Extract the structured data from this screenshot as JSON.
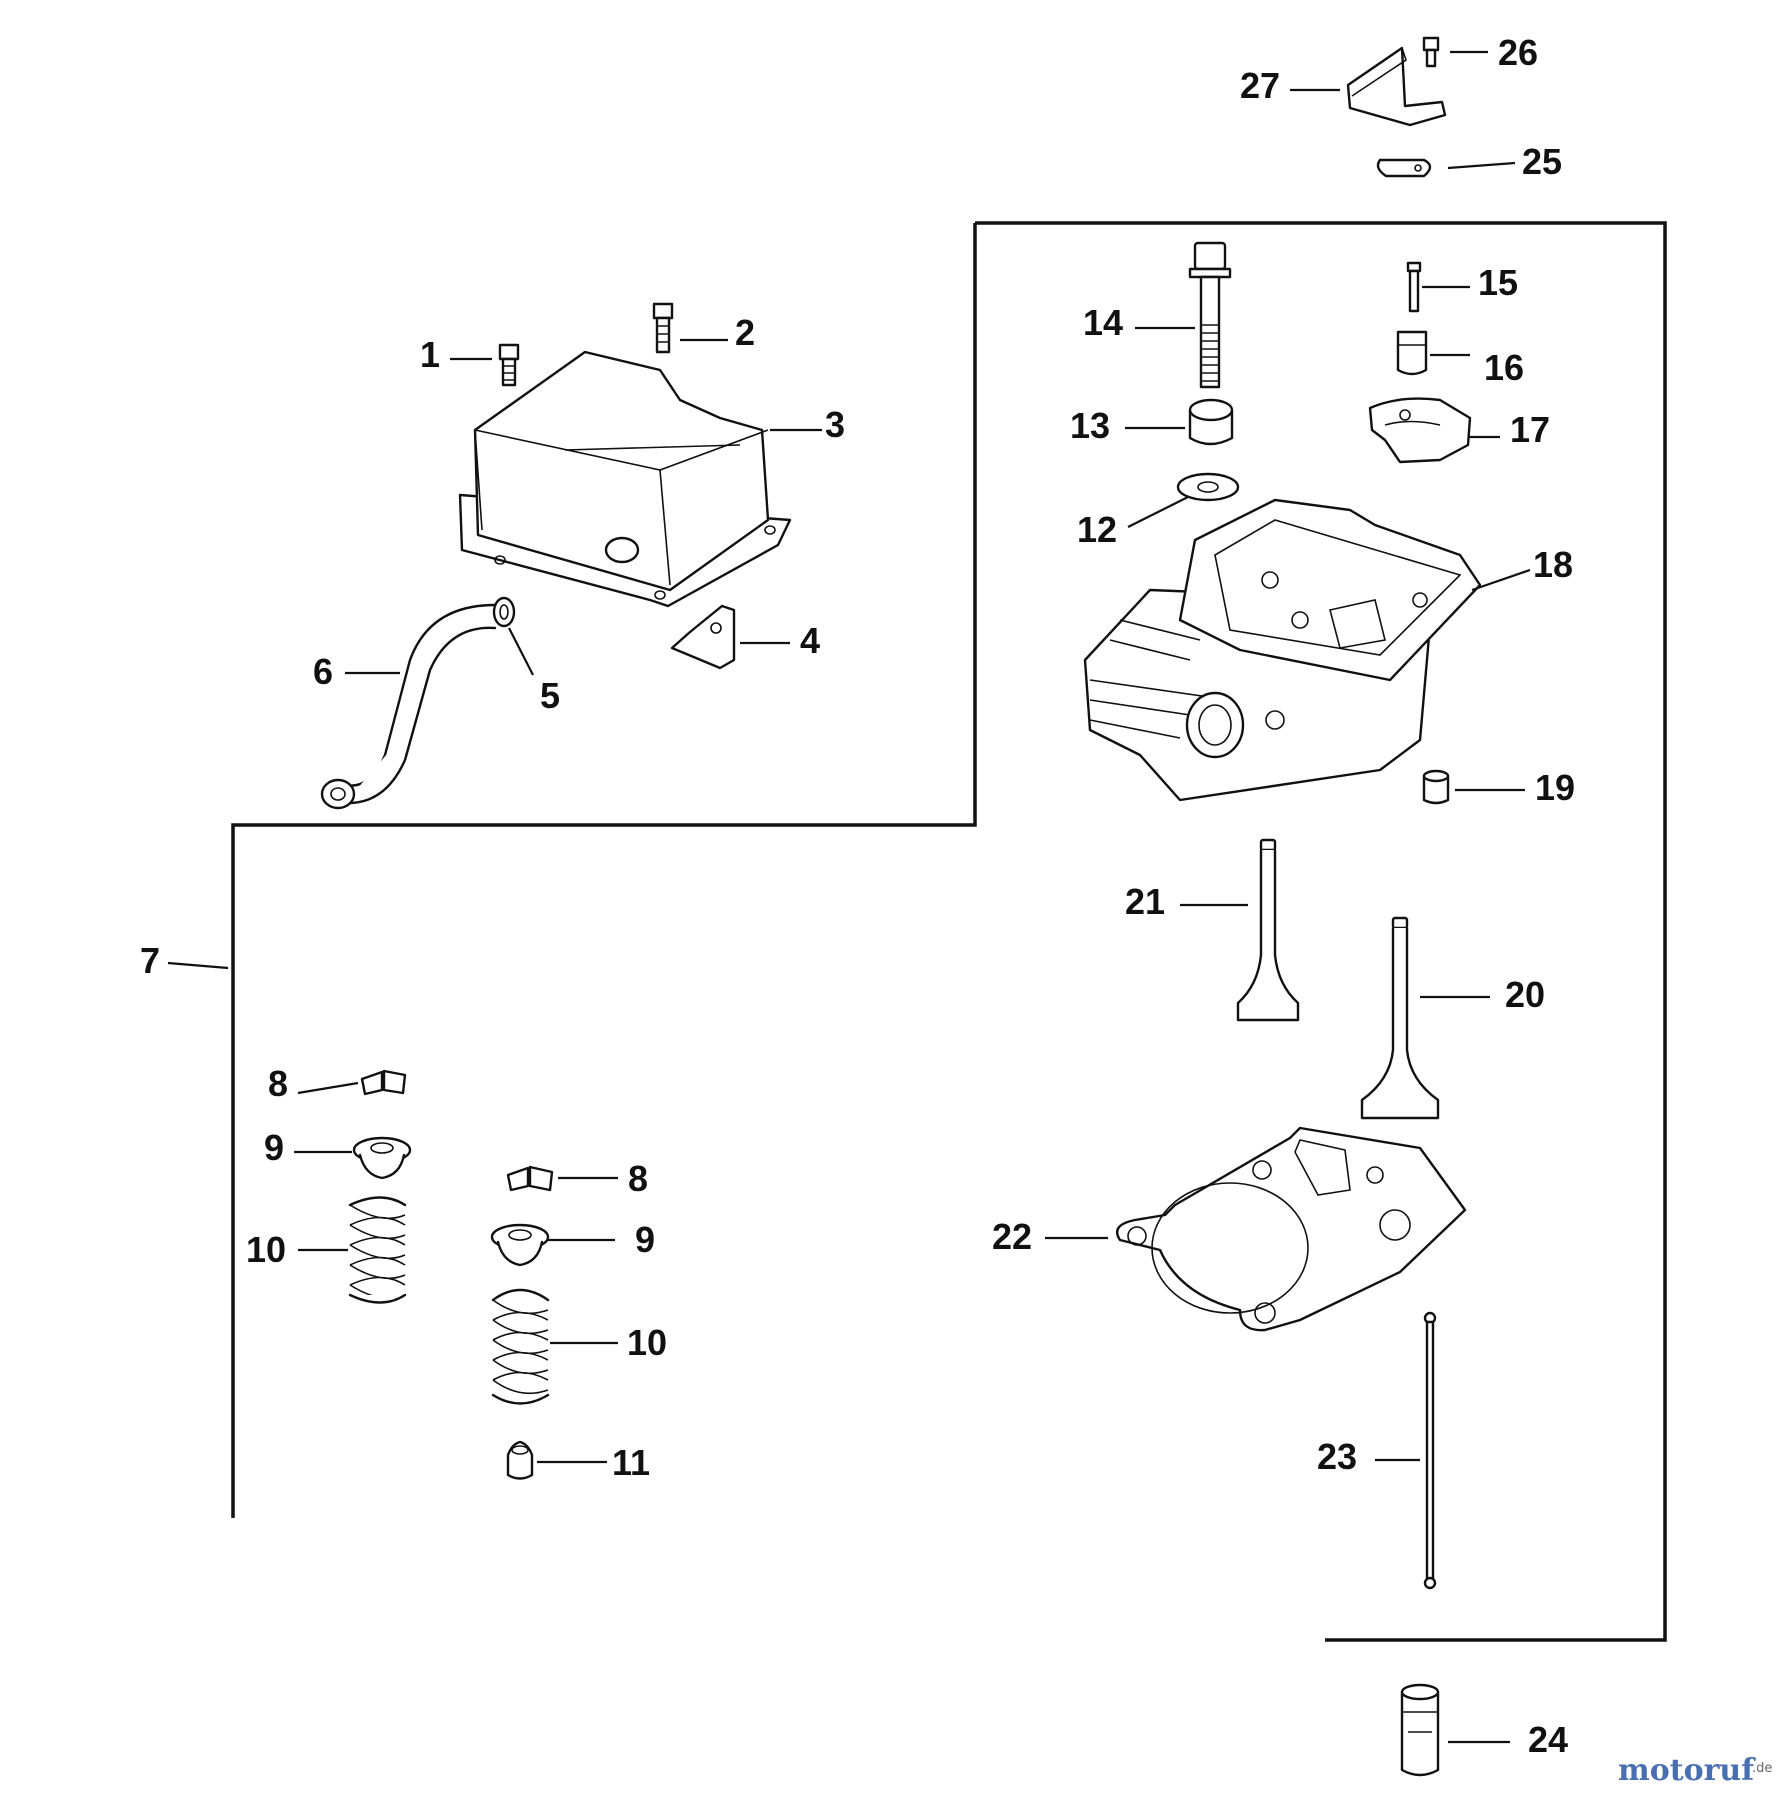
{
  "callouts": [
    {
      "id": "c1",
      "text": "1"
    },
    {
      "id": "c2",
      "text": "2"
    },
    {
      "id": "c3",
      "text": "3"
    },
    {
      "id": "c4",
      "text": "4"
    },
    {
      "id": "c5",
      "text": "5"
    },
    {
      "id": "c6",
      "text": "6"
    },
    {
      "id": "c7",
      "text": "7"
    },
    {
      "id": "c8a",
      "text": "8"
    },
    {
      "id": "c9a",
      "text": "9"
    },
    {
      "id": "c10a",
      "text": "10"
    },
    {
      "id": "c8b",
      "text": "8"
    },
    {
      "id": "c9b",
      "text": "9"
    },
    {
      "id": "c10b",
      "text": "10"
    },
    {
      "id": "c11",
      "text": "11"
    },
    {
      "id": "c12",
      "text": "12"
    },
    {
      "id": "c13",
      "text": "13"
    },
    {
      "id": "c14",
      "text": "14"
    },
    {
      "id": "c15",
      "text": "15"
    },
    {
      "id": "c16",
      "text": "16"
    },
    {
      "id": "c17",
      "text": "17"
    },
    {
      "id": "c18",
      "text": "18"
    },
    {
      "id": "c19",
      "text": "19"
    },
    {
      "id": "c20",
      "text": "20"
    },
    {
      "id": "c21",
      "text": "21"
    },
    {
      "id": "c22",
      "text": "22"
    },
    {
      "id": "c23",
      "text": "23"
    },
    {
      "id": "c24",
      "text": "24"
    },
    {
      "id": "c25",
      "text": "25"
    },
    {
      "id": "c26",
      "text": "26"
    },
    {
      "id": "c27",
      "text": "27"
    }
  ],
  "watermark": {
    "brand": "motoruf",
    "suffix": ".de"
  },
  "colors": {
    "ink": "#111111",
    "watermark": "#4a6fb0"
  }
}
